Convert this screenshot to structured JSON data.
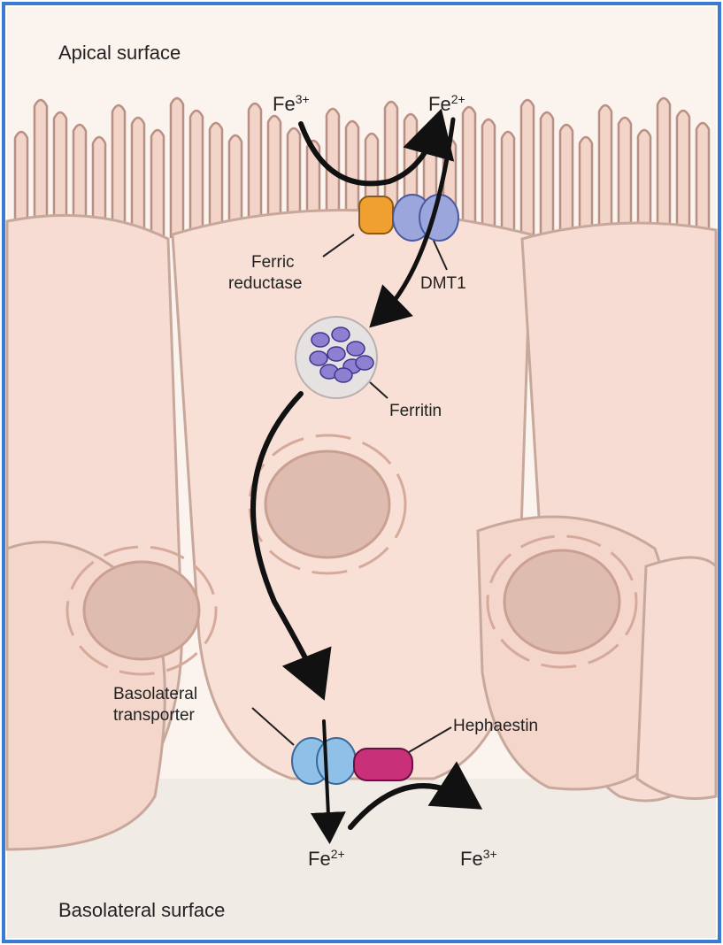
{
  "labels": {
    "apical_surface": "Apical surface",
    "basolateral_surface": "Basolateral surface",
    "ferric_reductase_line1": "Ferric",
    "ferric_reductase_line2": "reductase",
    "dmt1": "DMT1",
    "ferritin": "Ferritin",
    "basolateral_transporter_line1": "Basolateral",
    "basolateral_transporter_line2": "transporter",
    "hephaestin": "Hephaestin"
  },
  "ions": {
    "top_left": {
      "base": "Fe",
      "charge": "3+"
    },
    "top_right": {
      "base": "Fe",
      "charge": "2+"
    },
    "bottom_left": {
      "base": "Fe",
      "charge": "2+"
    },
    "bottom_right": {
      "base": "Fe",
      "charge": "3+"
    }
  },
  "colors": {
    "frame_border": "#3a7bd5",
    "cell_fill": "#f6dcd2",
    "cell_outline": "#c9a89c",
    "nucleus": "#d9b4a8",
    "lumen": "#fbf3ee",
    "ferric_reductase": "#f0a030",
    "dmt1": "#9aa6dc",
    "ferritin_ball": "#8f7fd0",
    "transporter": "#8fc0e8",
    "hephaestin": "#c8307a",
    "arrow": "#111111"
  }
}
